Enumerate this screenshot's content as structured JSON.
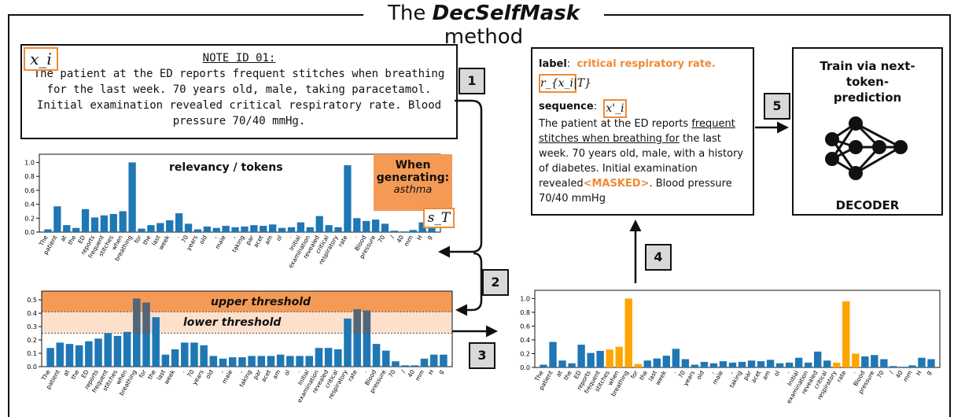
{
  "title": {
    "prefix": "The ",
    "method": "DecSelfMask",
    "suffix": " method"
  },
  "note": {
    "xi": "x_i",
    "header": "NOTE ID 01:",
    "text": "The patient at the ED reports frequent stitches when breathing for the last week. 70 years old, male, taking paracetamol. Initial examination revealed critical respiratory rate. Blood pressure 70/40 mmHg."
  },
  "steps": [
    "1",
    "2",
    "3",
    "4",
    "5"
  ],
  "relevancy_chart": {
    "title": "relevancy / tokens",
    "when_label": "When generating:",
    "when_value": "asthma",
    "st": "s_T"
  },
  "threshold_chart": {
    "upper": "upper threshold",
    "lower": "lower threshold"
  },
  "label_box": {
    "label_key": "label",
    "label_value": "critical respiratory rate.",
    "r_label": "r_{x_i|T}",
    "sequence_key": "sequence",
    "xprime": "x'_i",
    "seq_1": "The patient at the ED reports ",
    "seq_u": "frequent stitches when breathing for",
    "seq_2": " the last week. 70 years old, male, with a history of diabetes. Initial examination revealed",
    "masked": "<MASKED>",
    "seq_3": ". Blood pressure 70/40 mmHg"
  },
  "train": {
    "title": "Train via next-token-prediction",
    "decoder": "DECODER"
  },
  "colors": {
    "blue": "#1f77b4",
    "orange": "#ffa500",
    "accent": "#f08a34",
    "upper_band": "#f59a55",
    "lower_band": "#fde0cc"
  },
  "chart_data": [
    {
      "type": "bar",
      "title": "relevancy / tokens",
      "categories": [
        "The",
        "patient",
        "at",
        "the",
        "ED",
        "reports",
        "frequent",
        "stitches",
        "when",
        "breathing",
        "for",
        "the",
        "last",
        "week",
        ".",
        "70",
        "years",
        "old",
        ",",
        "male",
        ",",
        "taking",
        "par",
        "acet",
        "am",
        "ol",
        ".",
        "Initial",
        "examination",
        "revealed",
        "critical",
        "respiratory",
        "rate",
        ".",
        "Blood",
        "pressure",
        "70",
        "/",
        "40",
        "mm",
        "H",
        "g"
      ],
      "values": [
        0.04,
        0.37,
        0.1,
        0.06,
        0.33,
        0.21,
        0.24,
        0.26,
        0.3,
        1.0,
        0.05,
        0.1,
        0.13,
        0.17,
        0.27,
        0.12,
        0.04,
        0.08,
        0.06,
        0.09,
        0.07,
        0.08,
        0.1,
        0.09,
        0.11,
        0.06,
        0.07,
        0.14,
        0.07,
        0.23,
        0.1,
        0.07,
        0.96,
        0.2,
        0.16,
        0.18,
        0.12,
        0.02,
        0.01,
        0.03,
        0.14,
        0.12
      ],
      "ylim": [
        0,
        1.05
      ],
      "yticks": [
        "0.0",
        "0.2",
        "0.4",
        "0.6",
        "0.8",
        "1.0"
      ]
    },
    {
      "type": "bar",
      "categories": [
        "The",
        "patient",
        "at",
        "the",
        "ED",
        "reports",
        "frequent",
        "stitches",
        "when",
        "breathing",
        "for",
        "the",
        "last",
        "week",
        ".",
        "70",
        "years",
        "old",
        ",",
        "male",
        ",",
        "taking",
        "par",
        "acet",
        "am",
        "ol",
        ".",
        "Initial",
        "examination",
        "revealed",
        "critical",
        "respiratory",
        "rate",
        ".",
        "Blood",
        "pressure",
        "70",
        "/",
        "40",
        "mm",
        "H",
        "g"
      ],
      "values": [
        0.14,
        0.18,
        0.17,
        0.16,
        0.19,
        0.21,
        0.25,
        0.23,
        0.26,
        0.51,
        0.48,
        0.37,
        0.09,
        0.13,
        0.18,
        0.18,
        0.16,
        0.08,
        0.06,
        0.07,
        0.07,
        0.08,
        0.08,
        0.08,
        0.09,
        0.08,
        0.08,
        0.08,
        0.14,
        0.14,
        0.13,
        0.36,
        0.43,
        0.42,
        0.17,
        0.12,
        0.04,
        0.01,
        0.01,
        0.06,
        0.09,
        0.09
      ],
      "ylim": [
        0,
        0.53
      ],
      "yticks": [
        "0.0",
        "0.1",
        "0.2",
        "0.3",
        "0.4",
        "0.5"
      ],
      "upper_threshold": 0.41,
      "lower_threshold": 0.25
    },
    {
      "type": "bar",
      "categories": [
        "The",
        "patient",
        "at",
        "the",
        "ED",
        "reports",
        "frequent",
        "stitches",
        "when",
        "breathing",
        "for",
        "the",
        "last",
        "week",
        ".",
        "70",
        "years",
        "old",
        ",",
        "male",
        ",",
        "taking",
        "par",
        "acet",
        "am",
        "ol",
        ".",
        "Initial",
        "examination",
        "revealed",
        "critical",
        "respiratory",
        "rate",
        ".",
        "Blood",
        "pressure",
        "70",
        "/",
        "40",
        "mm",
        "H",
        "g"
      ],
      "values": [
        0.04,
        0.37,
        0.1,
        0.06,
        0.33,
        0.21,
        0.24,
        0.26,
        0.3,
        1.0,
        0.05,
        0.1,
        0.13,
        0.17,
        0.27,
        0.12,
        0.04,
        0.08,
        0.06,
        0.09,
        0.07,
        0.08,
        0.1,
        0.09,
        0.11,
        0.06,
        0.07,
        0.14,
        0.07,
        0.23,
        0.1,
        0.07,
        0.96,
        0.2,
        0.16,
        0.18,
        0.12,
        0.02,
        0.01,
        0.03,
        0.14,
        0.12
      ],
      "highlighted": [
        7,
        8,
        9,
        10,
        31,
        32,
        33
      ],
      "ylim": [
        0,
        1.05
      ],
      "yticks": [
        "0.0",
        "0.2",
        "0.4",
        "0.6",
        "0.8",
        "1.0"
      ]
    }
  ]
}
